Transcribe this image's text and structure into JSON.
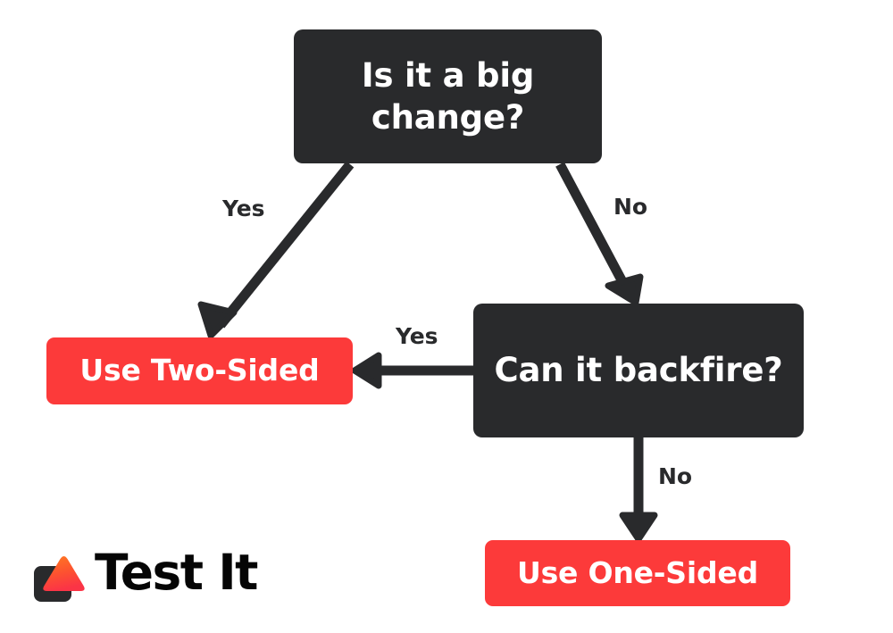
{
  "diagram": {
    "title": "Is it a big change?",
    "type": "decision-flowchart",
    "background_color": "#ffffff",
    "nodes": [
      {
        "id": "big-change",
        "label": "Is it a big change?",
        "kind": "decision",
        "color": "#292a2c",
        "text_color": "#ffffff"
      },
      {
        "id": "backfire",
        "label": "Can it backfire?",
        "kind": "decision",
        "color": "#292a2c",
        "text_color": "#ffffff"
      },
      {
        "id": "two-sided",
        "label": "Use Two-Sided",
        "kind": "outcome",
        "color": "#fc3a3a",
        "text_color": "#ffffff"
      },
      {
        "id": "one-sided",
        "label": "Use One-Sided",
        "kind": "outcome",
        "color": "#fc3a3a",
        "text_color": "#ffffff"
      }
    ],
    "edges": [
      {
        "id": "big-change-yes",
        "from": "big-change",
        "to": "two-sided",
        "label": "Yes"
      },
      {
        "id": "big-change-no",
        "from": "big-change",
        "to": "backfire",
        "label": "No"
      },
      {
        "id": "backfire-yes",
        "from": "backfire",
        "to": "two-sided",
        "label": "Yes"
      },
      {
        "id": "backfire-no",
        "from": "backfire",
        "to": "one-sided",
        "label": "No"
      }
    ]
  },
  "logo": {
    "wordmark": "Test It",
    "square_color": "#292a2c",
    "triangle_gradient_start": "#ff7a22",
    "triangle_gradient_end": "#fb3446",
    "wordmark_color": "#050505"
  }
}
